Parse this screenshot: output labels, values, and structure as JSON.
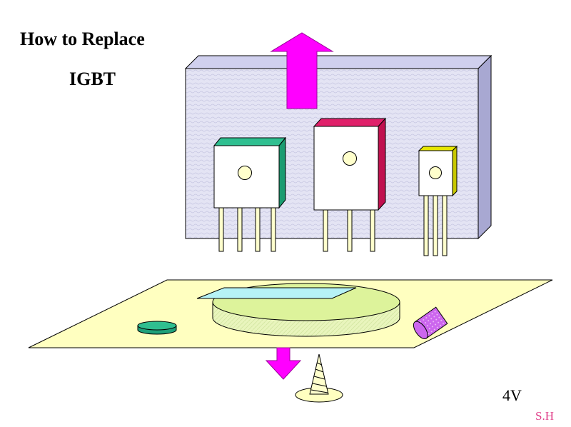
{
  "slide": {
    "title_line1": "How to  Replace",
    "title_line2": "IGBT",
    "page_number": "4V",
    "author": "S.H"
  },
  "colors": {
    "heatsink_face": "#e4e4f4",
    "heatsink_side": "#a8a8d2",
    "heatsink_top": "#d0d0ee",
    "arrow": "#ff00ff",
    "board": "#ffffc0",
    "disc_top": "#ddf39b",
    "disc_side": "#e9f5bd",
    "pad": "#b6f2f6",
    "green_part": "#2fbf90",
    "capacitor": "#cc66ee",
    "igbt_left_accent": "#2fbf90",
    "igbt_middle_accent": "#e0206a",
    "igbt_right_accent": "#e6e600",
    "lead": "#ffffcc"
  }
}
